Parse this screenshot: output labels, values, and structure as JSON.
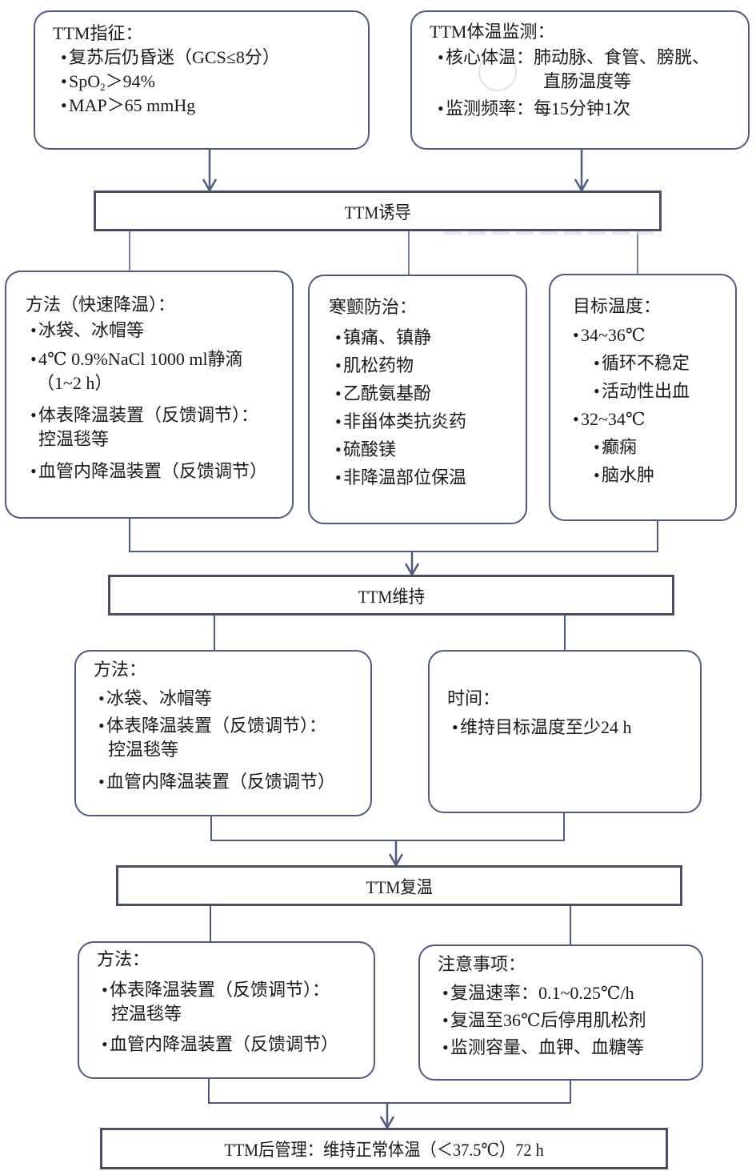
{
  "diagram": {
    "type": "flowchart",
    "colors": {
      "line": "#4f5a7e",
      "box_border": "#4a4f66",
      "text": "#1a1a1a",
      "background": "#ffffff"
    }
  },
  "indications": {
    "title": "TTM指征：",
    "items": [
      "复苏后仍昏迷（GCS≤8分）",
      "SpO",
      "2",
      "＞94%",
      "MAP＞65 mmHg"
    ]
  },
  "monitoring": {
    "title": "TTM体温监测：",
    "core_temp_label": "核心体温：",
    "core_temp_line1": "肺动脉、食管、膀胱、",
    "core_temp_line2": "直肠温度等",
    "frequency": "监测频率：每15分钟1次"
  },
  "induction": {
    "label": "TTM诱导",
    "methods": {
      "title": "方法（快速降温）：",
      "items": [
        "冰袋、冰帽等",
        "4℃ 0.9%NaCl 1000 ml静滴",
        "（1~2 h）",
        "体表降温装置（反馈调节）：",
        "控温毯等",
        "血管内降温装置（反馈调节）"
      ]
    },
    "shivering": {
      "title": "寒颤防治：",
      "items": [
        "镇痛、镇静",
        "肌松药物",
        "乙酰氨基酚",
        "非甾体类抗炎药",
        "硫酸镁",
        "非降温部位保温"
      ]
    },
    "target": {
      "title": "目标温度：",
      "range1": "34~36℃",
      "range1_items": [
        "循环不稳定",
        "活动性出血"
      ],
      "range2": "32~34℃",
      "range2_items": [
        "癫痫",
        "脑水肿"
      ]
    }
  },
  "maintenance": {
    "label": "TTM维持",
    "methods": {
      "title": "方法：",
      "items": [
        "冰袋、冰帽等",
        "体表降温装置（反馈调节）：",
        "控温毯等",
        "血管内降温装置（反馈调节）"
      ]
    },
    "time": {
      "title": "时间：",
      "items": [
        "维持目标温度至少24 h"
      ]
    }
  },
  "rewarming": {
    "label": "TTM复温",
    "methods": {
      "title": "方法：",
      "items": [
        "体表降温装置（反馈调节）：",
        "控温毯等",
        "血管内降温装置（反馈调节）"
      ]
    },
    "notes": {
      "title": "注意事项：",
      "items": [
        "复温速率：0.1~0.25℃/h",
        "复温至36℃后停用肌松剂",
        "监测容量、血钾、血糖等"
      ]
    }
  },
  "post": {
    "label": "TTM后管理：维持正常体温（＜37.5℃）72 h"
  }
}
